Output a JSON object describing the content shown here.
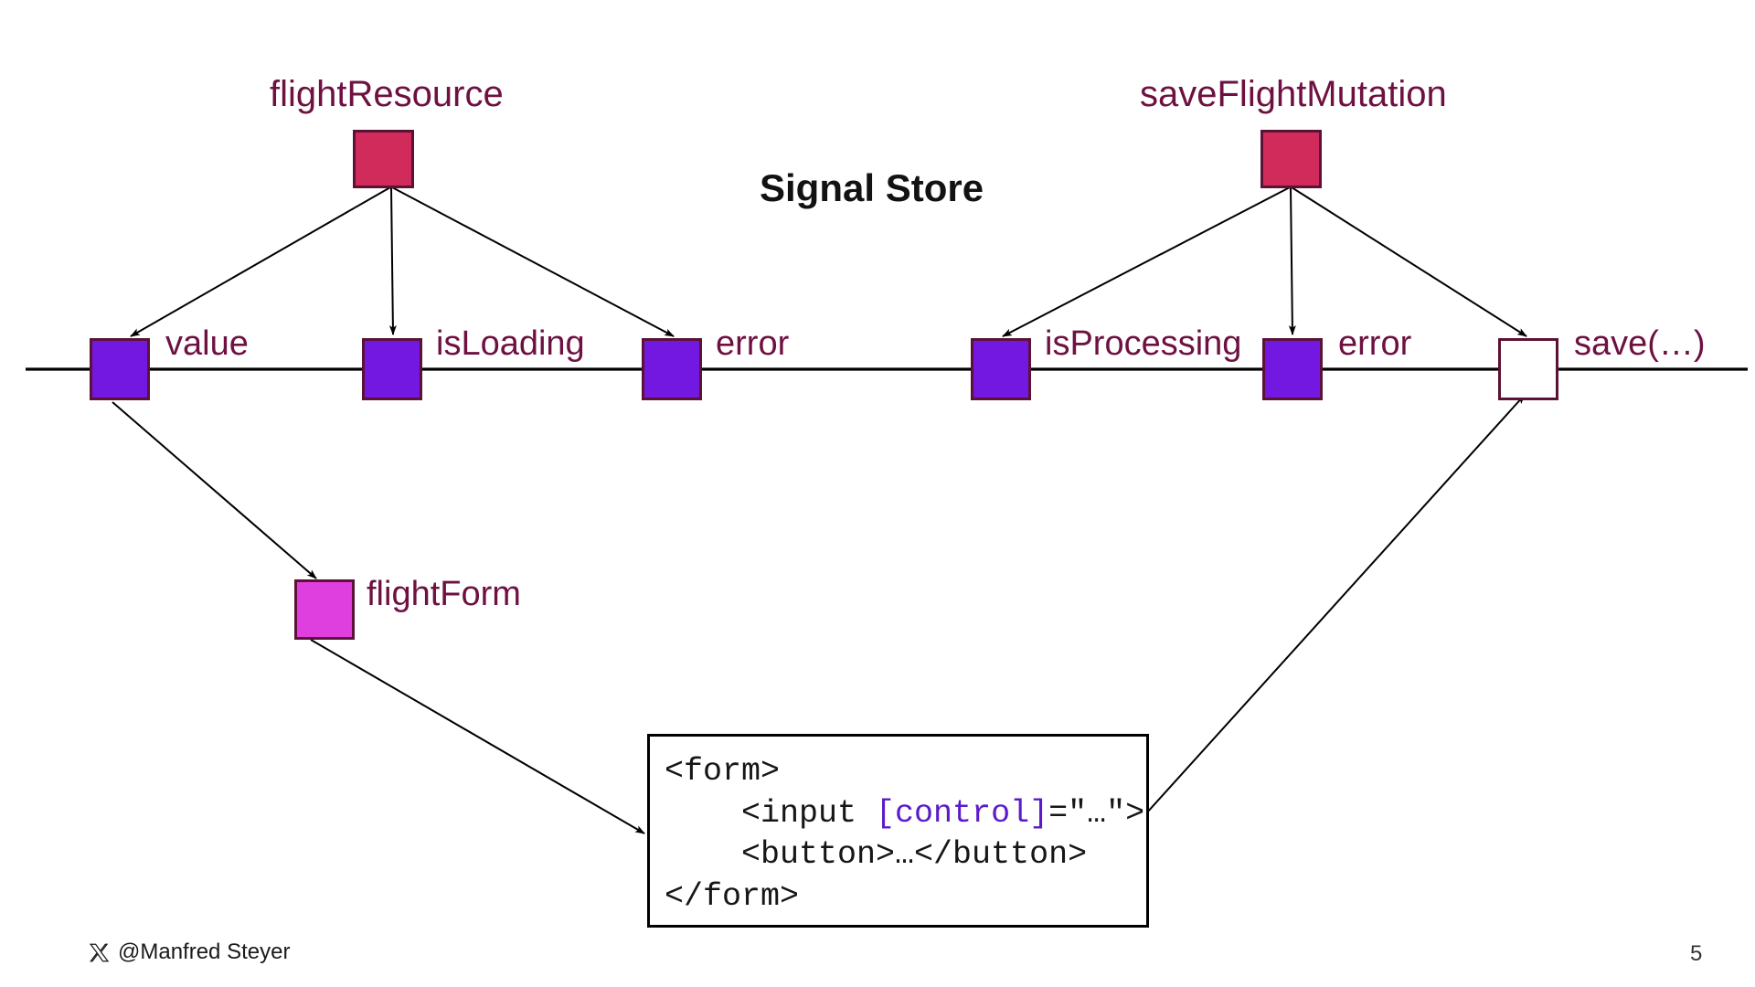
{
  "slide": {
    "title": "Signal Store",
    "page_number": "5",
    "footer_handle": "@Manfred Steyer",
    "footer_icon": "x-twitter-icon"
  },
  "colors": {
    "resource": "#D12B5C",
    "signal": "#7318E0",
    "form": "#E03FDF",
    "method": "#FFFFFF",
    "node_border": "#5B1236",
    "label": "#6E1141",
    "title": "#121212",
    "edge": "#000000",
    "code_accent": "#5B1BCB"
  },
  "nodes": {
    "flight_resource": {
      "label": "flightResource",
      "kind": "resource"
    },
    "save_flight_mutation": {
      "label": "saveFlightMutation",
      "kind": "resource"
    },
    "value": {
      "label": "value",
      "kind": "signal"
    },
    "is_loading": {
      "label": "isLoading",
      "kind": "signal"
    },
    "error_left": {
      "label": "error",
      "kind": "signal"
    },
    "is_processing": {
      "label": "isProcessing",
      "kind": "signal"
    },
    "error_right": {
      "label": "error",
      "kind": "signal"
    },
    "save_method": {
      "label": "save(…)",
      "kind": "method"
    },
    "flight_form": {
      "label": "flightForm",
      "kind": "form"
    }
  },
  "code_box": {
    "lines": [
      {
        "id": "line-1",
        "prefix": "<form>",
        "accent": "",
        "suffix": ""
      },
      {
        "id": "line-2",
        "prefix": "    <input ",
        "accent": "[control]",
        "suffix": "=\"…\">"
      },
      {
        "id": "line-3",
        "prefix": "    <button>…</button>",
        "accent": "",
        "suffix": ""
      },
      {
        "id": "line-4",
        "prefix": "</form>",
        "accent": "",
        "suffix": ""
      }
    ]
  },
  "edges": [
    {
      "id": "edge-resource-to-value",
      "from": "flight_resource",
      "to": "value"
    },
    {
      "id": "edge-resource-to-isloading",
      "from": "flight_resource",
      "to": "is_loading"
    },
    {
      "id": "edge-resource-to-error",
      "from": "flight_resource",
      "to": "error_left"
    },
    {
      "id": "edge-mutation-to-isprocessing",
      "from": "save_flight_mutation",
      "to": "is_processing"
    },
    {
      "id": "edge-mutation-to-error",
      "from": "save_flight_mutation",
      "to": "error_right"
    },
    {
      "id": "edge-mutation-to-save",
      "from": "save_flight_mutation",
      "to": "save_method"
    },
    {
      "id": "edge-value-to-flightform",
      "from": "value",
      "to": "flight_form"
    },
    {
      "id": "edge-flightform-to-codebox",
      "from": "flight_form",
      "to": "code_box"
    },
    {
      "id": "edge-codebox-to-save",
      "from": "code_box",
      "to": "save_method"
    }
  ]
}
